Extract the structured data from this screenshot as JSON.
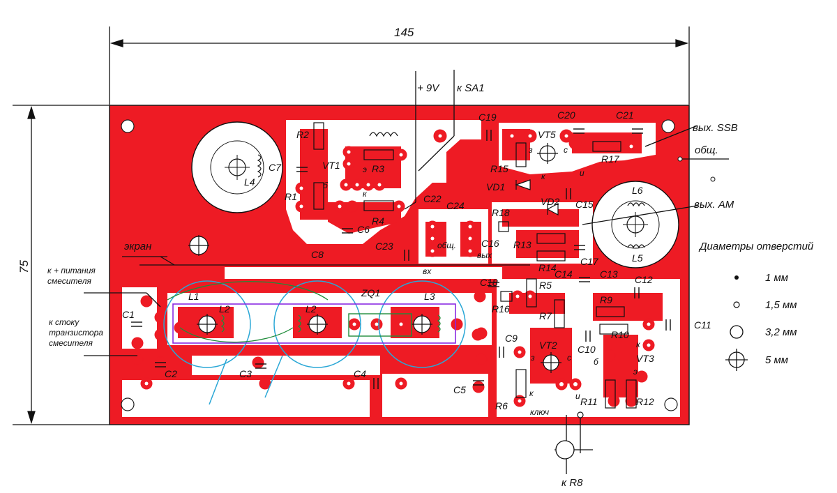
{
  "dimensions": {
    "width": "145",
    "height": "75"
  },
  "board": {
    "copper_color": "#ee1b24",
    "outline_color": "#1a1a1a",
    "coil_ring_color": "#2aa7d6",
    "component_box_color": "#8a2be2",
    "crystal_color": "#1e8c3a"
  },
  "wires": {
    "plus_9v": "+ 9V",
    "to_sa1": "к SA1",
    "to_r8": "к R8"
  },
  "outputs": {
    "ssb": "вых. SSB",
    "common": "общ.",
    "am": "вых. АМ"
  },
  "notes": {
    "screen": "экран",
    "mixer_supply_1": "к + питания",
    "mixer_supply_2": "смесителя",
    "drain_1": "к стоку",
    "drain_2": "транзистора",
    "drain_3": "смесителя"
  },
  "legend": {
    "title": "Диаметры отверстий",
    "items": [
      {
        "size": "1 мм"
      },
      {
        "size": "1,5 мм"
      },
      {
        "size": "3,2 мм"
      },
      {
        "size": "5 мм"
      }
    ]
  },
  "components": {
    "L1": "L1",
    "L2a": "L2",
    "L2b": "L2",
    "L3": "L3",
    "L4": "L4",
    "L5": "L5",
    "L6": "L6",
    "ZQ1": "ZQ1",
    "C1": "C1",
    "C2": "C2",
    "C3": "C3",
    "C4": "C4",
    "C5": "C5",
    "C6": "C6",
    "C7": "C7",
    "C8": "C8",
    "C9": "C9",
    "C10": "C10",
    "C11": "C11",
    "C12": "C12",
    "C13": "C13",
    "C14": "C14",
    "C15": "C15",
    "C16": "C16",
    "C17": "C17",
    "C18": "C18",
    "C19": "C19",
    "C20": "C20",
    "C21": "C21",
    "C22": "C22",
    "C23": "C23",
    "C24": "C24",
    "R1": "R1",
    "R2": "R2",
    "R3": "R3",
    "R4": "R4",
    "R5": "R5",
    "R6": "R6",
    "R7": "R7",
    "R9": "R9",
    "R10": "R10",
    "R11": "R11",
    "R12": "R12",
    "R13": "R13",
    "R14": "R14",
    "R15": "R15",
    "R16": "R16",
    "R17": "R17",
    "R18": "R18",
    "VT1": "VT1",
    "VT2": "VT2",
    "VT3": "VT3",
    "VT5": "VT5",
    "VD1": "VD1",
    "VD2": "VD2"
  },
  "pins": {
    "vt1_b": "б",
    "vt1_k": "к",
    "vt1_e": "э",
    "vt5_z": "з",
    "vt5_s": "с",
    "vt5_k": "к",
    "vt5_i": "и",
    "vt2_z": "з",
    "vt2_s": "с",
    "vt2_k": "к",
    "vt2_i": "и",
    "vt3_b": "б",
    "vt3_k": "к",
    "vt3_e": "э",
    "in": "вх",
    "out": "вых",
    "common": "общ."
  },
  "key_label": "ключ"
}
